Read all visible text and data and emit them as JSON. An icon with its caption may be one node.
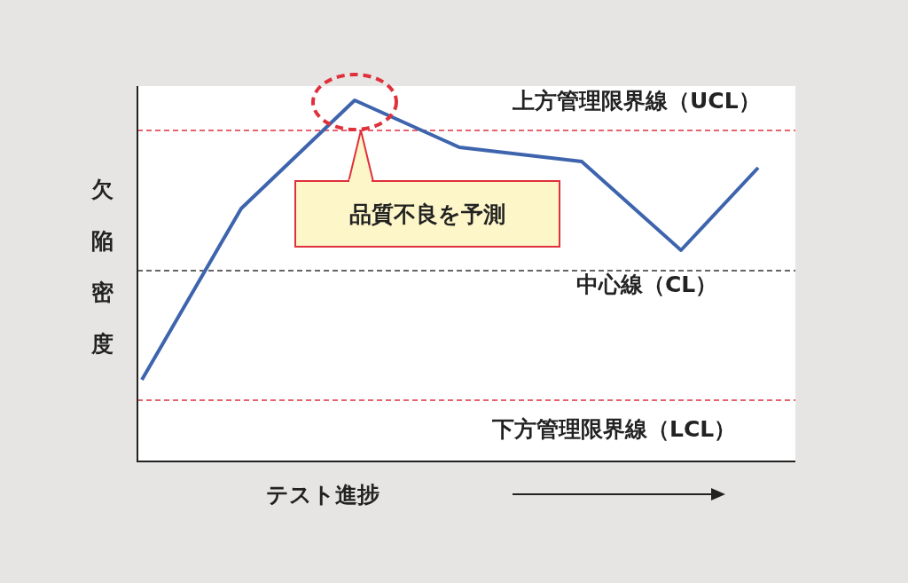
{
  "diagram": {
    "nodes": [
      {
        "text": [
          "品質不良を予測"
        ]
      },
      {
        "text": [],
        "shape": "ellipse"
      }
    ],
    "edges": [
      {
        "from": 0,
        "to": 1,
        "arrow": "none"
      }
    ],
    "labels": [
      "欠陥密度",
      "上方管理限界線（UCL）",
      "中心線（CL）",
      "下方管理限界線（LCL）",
      "テスト進捗"
    ]
  }
}
